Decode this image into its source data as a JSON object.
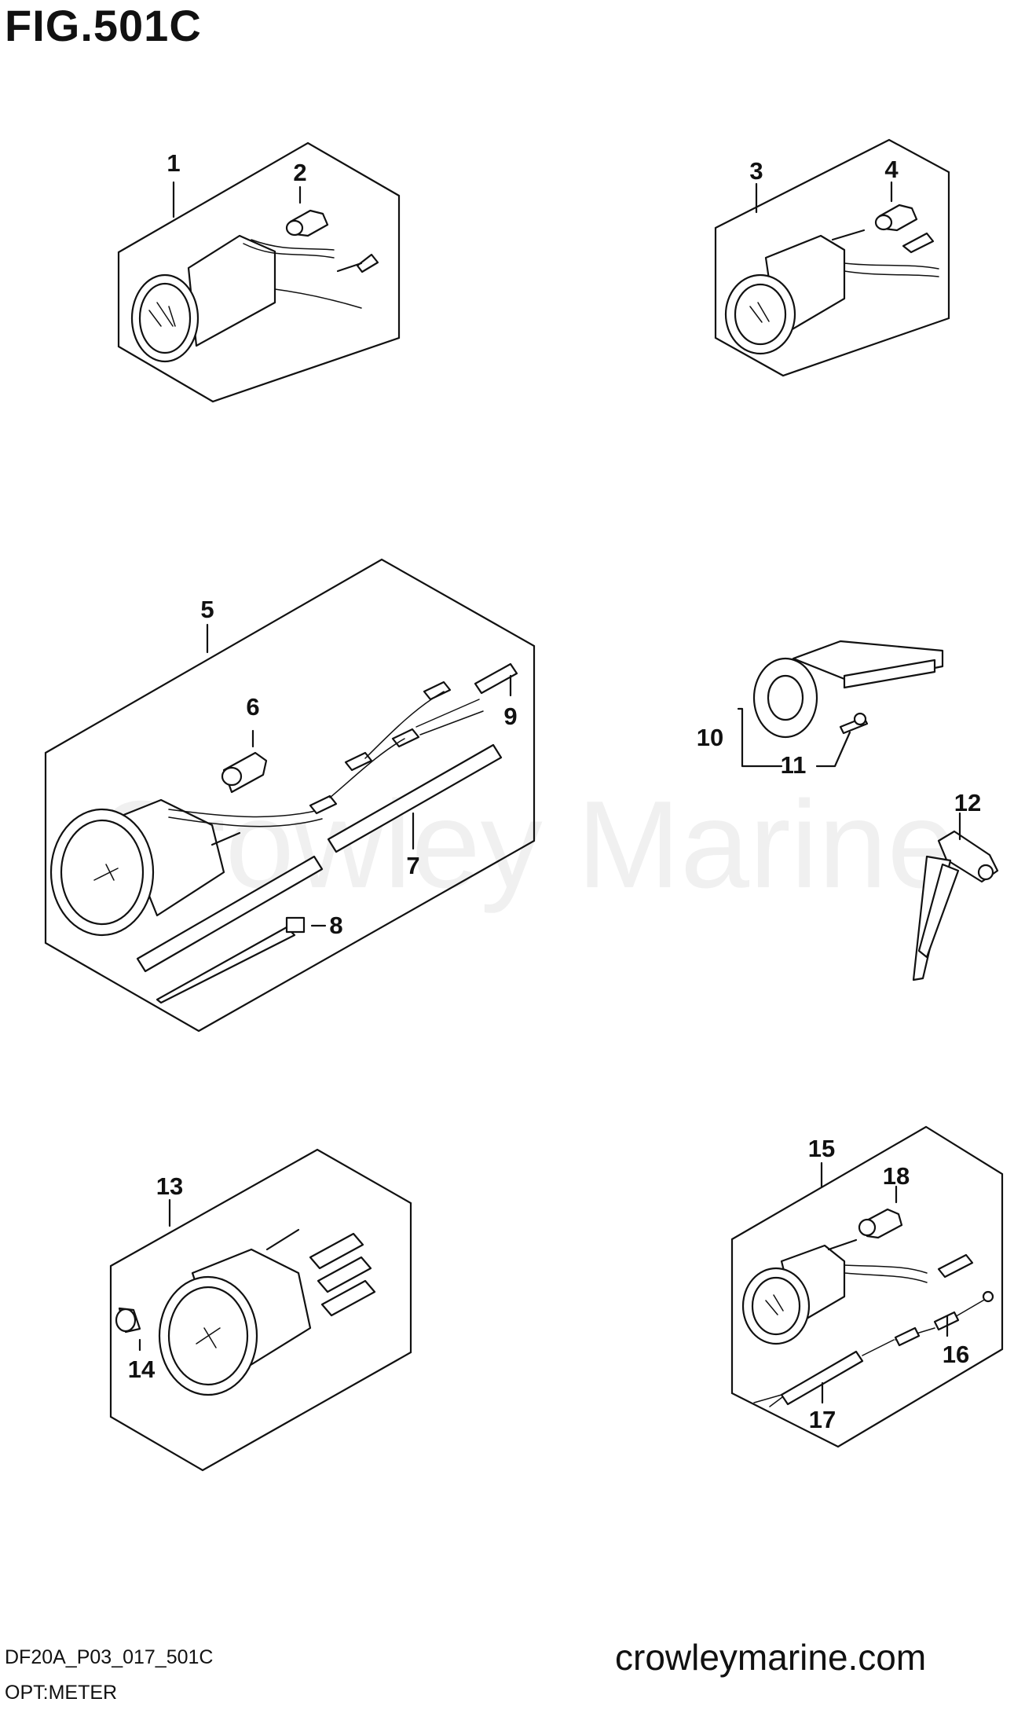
{
  "figure": {
    "title": "FIG.501C",
    "code": "DF20A_P03_017_501C",
    "section": "OPT:METER",
    "site": "crowleymarine.com",
    "watermark": "Crowley Marine"
  },
  "callouts": [
    "1",
    "2",
    "3",
    "4",
    "5",
    "6",
    "7",
    "8",
    "9",
    "10",
    "11",
    "12",
    "13",
    "14",
    "15",
    "16",
    "17",
    "18"
  ]
}
